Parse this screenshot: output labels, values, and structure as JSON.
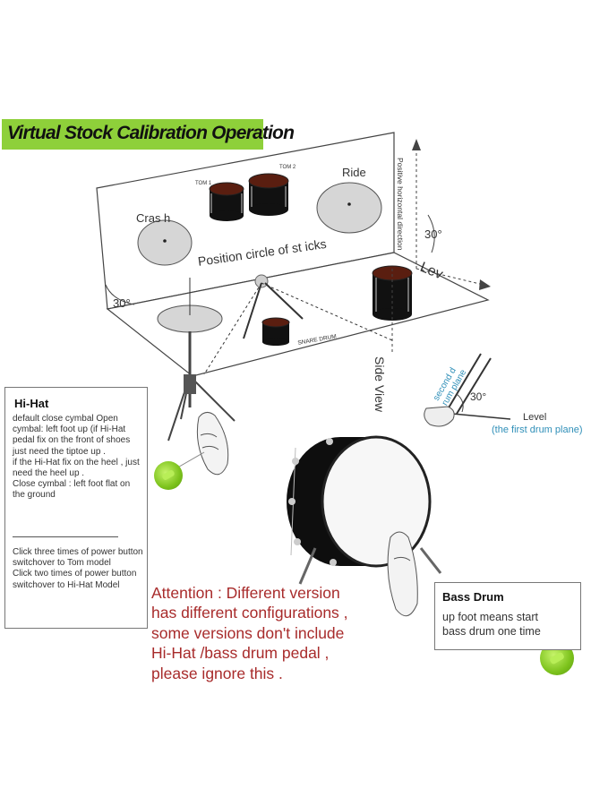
{
  "title": "Virtual Stock Calibration Operation",
  "scene_labels": {
    "crash": "Cras h",
    "tom1": "TOM 1",
    "tom2": "TOM 2",
    "ride": "Ride",
    "position_circle": "Position circle of st icks",
    "snare": "SNARE DRUM",
    "angle_left": "30°",
    "angle_right": "30°",
    "angle_side": "30°",
    "vertical_axis": "Positive horizontal direction",
    "lev": "Lev",
    "side_view": "Side View",
    "second_plane": "second d rum plane",
    "level": "Level",
    "first_plane": "(the first drum plane)"
  },
  "hihat": {
    "title": "Hi-Hat",
    "text": "default close cymbal Open cymbal: left foot up (if Hi-Hat pedal fix on the front of shoes just need the tiptoe up .\nif the Hi-Hat fix on the heel , just need the heel up .\nClose cymbal : left foot flat on the ground",
    "text2": "Click three times of power button switchover to Tom model\nClick two times of power button switchover to Hi-Hat Model"
  },
  "bass": {
    "title": "Bass Drum",
    "text": "up foot means start\nbass drum one time"
  },
  "attention": "Attention : Different version\nhas different configurations ,\nsome versions don't include\nHi-Hat /bass drum pedal ,\nplease ignore this .",
  "colors": {
    "title_bg": "#8ed03a",
    "attention": "#a82b2b",
    "side_label": "#2f8fb8",
    "green_button": "#7cc21c"
  }
}
